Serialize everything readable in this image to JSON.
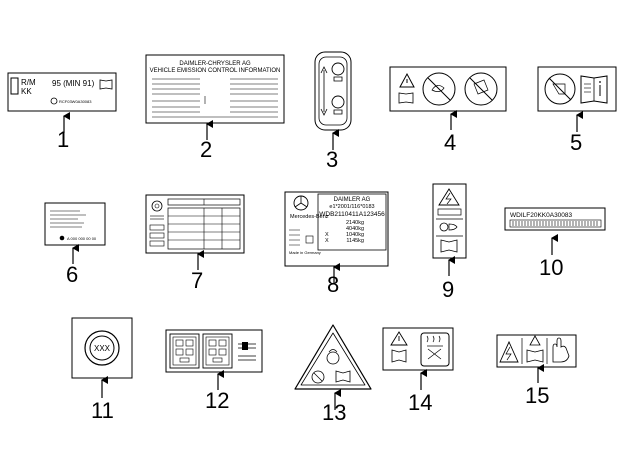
{
  "callouts": [
    "1",
    "2",
    "3",
    "4",
    "5",
    "6",
    "7",
    "8",
    "9",
    "10",
    "11",
    "12",
    "13",
    "14",
    "15"
  ],
  "labels": {
    "l1": {
      "line1": "R/M",
      "line2": "KK",
      "value": "95 (MIN 91)",
      "code": "RCF03W0A30083"
    },
    "l2": {
      "line1": "DAIMLER-CHRYSLER AG",
      "line2": "VEHICLE EMISSION CONTROL INFORMATION"
    },
    "l6": {
      "code": "A 000 000 00 00"
    },
    "l8": {
      "brand": "Mercedes-Benz",
      "maker": "DAIMLER AG",
      "approval": "e1*2001/116*0183",
      "vin": "WDB2110411A123456",
      "w1": "2140kg",
      "w2": "4040kg",
      "w3": "1040kg",
      "w4": "1145kg",
      "p1": "X",
      "p2": "X",
      "side": "Made in Germany"
    },
    "l10": {
      "vin": "WDILF20KK0A30083"
    },
    "l11": {
      "mark": "XXX"
    }
  },
  "colors": {
    "line": "#000000",
    "background": "#ffffff"
  }
}
